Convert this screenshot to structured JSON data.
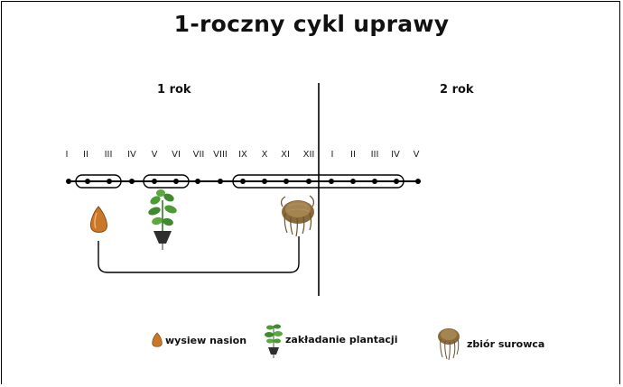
{
  "title": "1-roczny cykl uprawy",
  "years": [
    {
      "label": "1 rok"
    },
    {
      "label": "2 rok"
    }
  ],
  "months": [
    "I",
    "II",
    "III",
    "IV",
    "V",
    "VI",
    "VII",
    "VIII",
    "IX",
    "X",
    "XI",
    "XII",
    "I",
    "II",
    "III",
    "IV",
    "V"
  ],
  "legend": [
    {
      "icon": "seed-icon",
      "label": "wysiew nasion"
    },
    {
      "icon": "seedling-icon",
      "label": "zakładanie plantacji"
    },
    {
      "icon": "root-icon",
      "label": "zbiór surowca"
    }
  ],
  "colors": {
    "seed": "#c9782a",
    "leaf": "#3f8a2e",
    "root": "#8a6a3a",
    "line": "#000000"
  }
}
